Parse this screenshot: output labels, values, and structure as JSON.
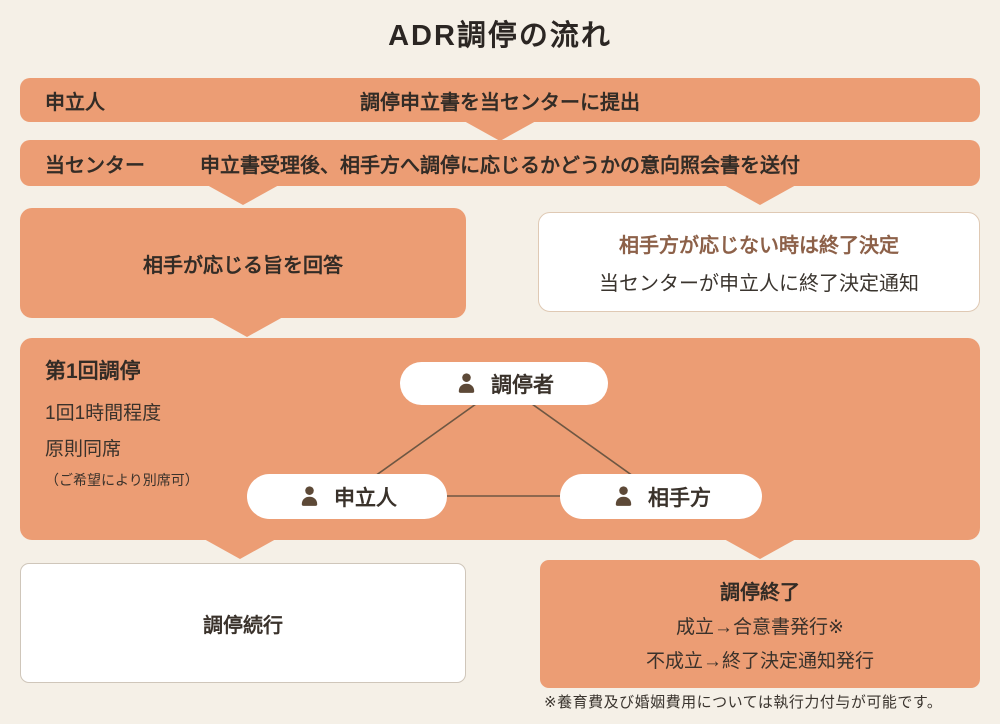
{
  "title": "ADR調停の流れ",
  "colors": {
    "background": "#f5f0e7",
    "accent_orange": "#ec9d74",
    "dark_text": "#332c26",
    "brown_heading": "#8d6149",
    "icon_brown": "#5d4937",
    "line_brown": "#6e5743"
  },
  "flow": {
    "step1": {
      "actor": "申立人",
      "action": "調停申立書を当センターに提出"
    },
    "step2": {
      "actor": "当センター",
      "action": "申立書受理後、相手方へ調停に応じるかどうかの意向照会書を送付"
    },
    "respond_yes": {
      "label": "相手が応じる旨を回答"
    },
    "respond_no": {
      "title": "相手方が応じない時は終了決定",
      "detail": "当センターが申立人に終了決定通知"
    },
    "first_session": {
      "title": "第1回調停",
      "detail1": "1回1時間程度",
      "detail2": "原則同席",
      "detail3": "（ご希望により別席可）",
      "participants": {
        "mediator": "調停者",
        "applicant": "申立人",
        "respondent": "相手方"
      }
    },
    "continue_box": {
      "label": "調停続行"
    },
    "end_box": {
      "title": "調停終了",
      "line1": "成立→合意書発行※",
      "line2": "不成立→終了決定通知発行"
    },
    "footnote": "※養育費及び婚姻費用については執行力付与が可能です。"
  }
}
